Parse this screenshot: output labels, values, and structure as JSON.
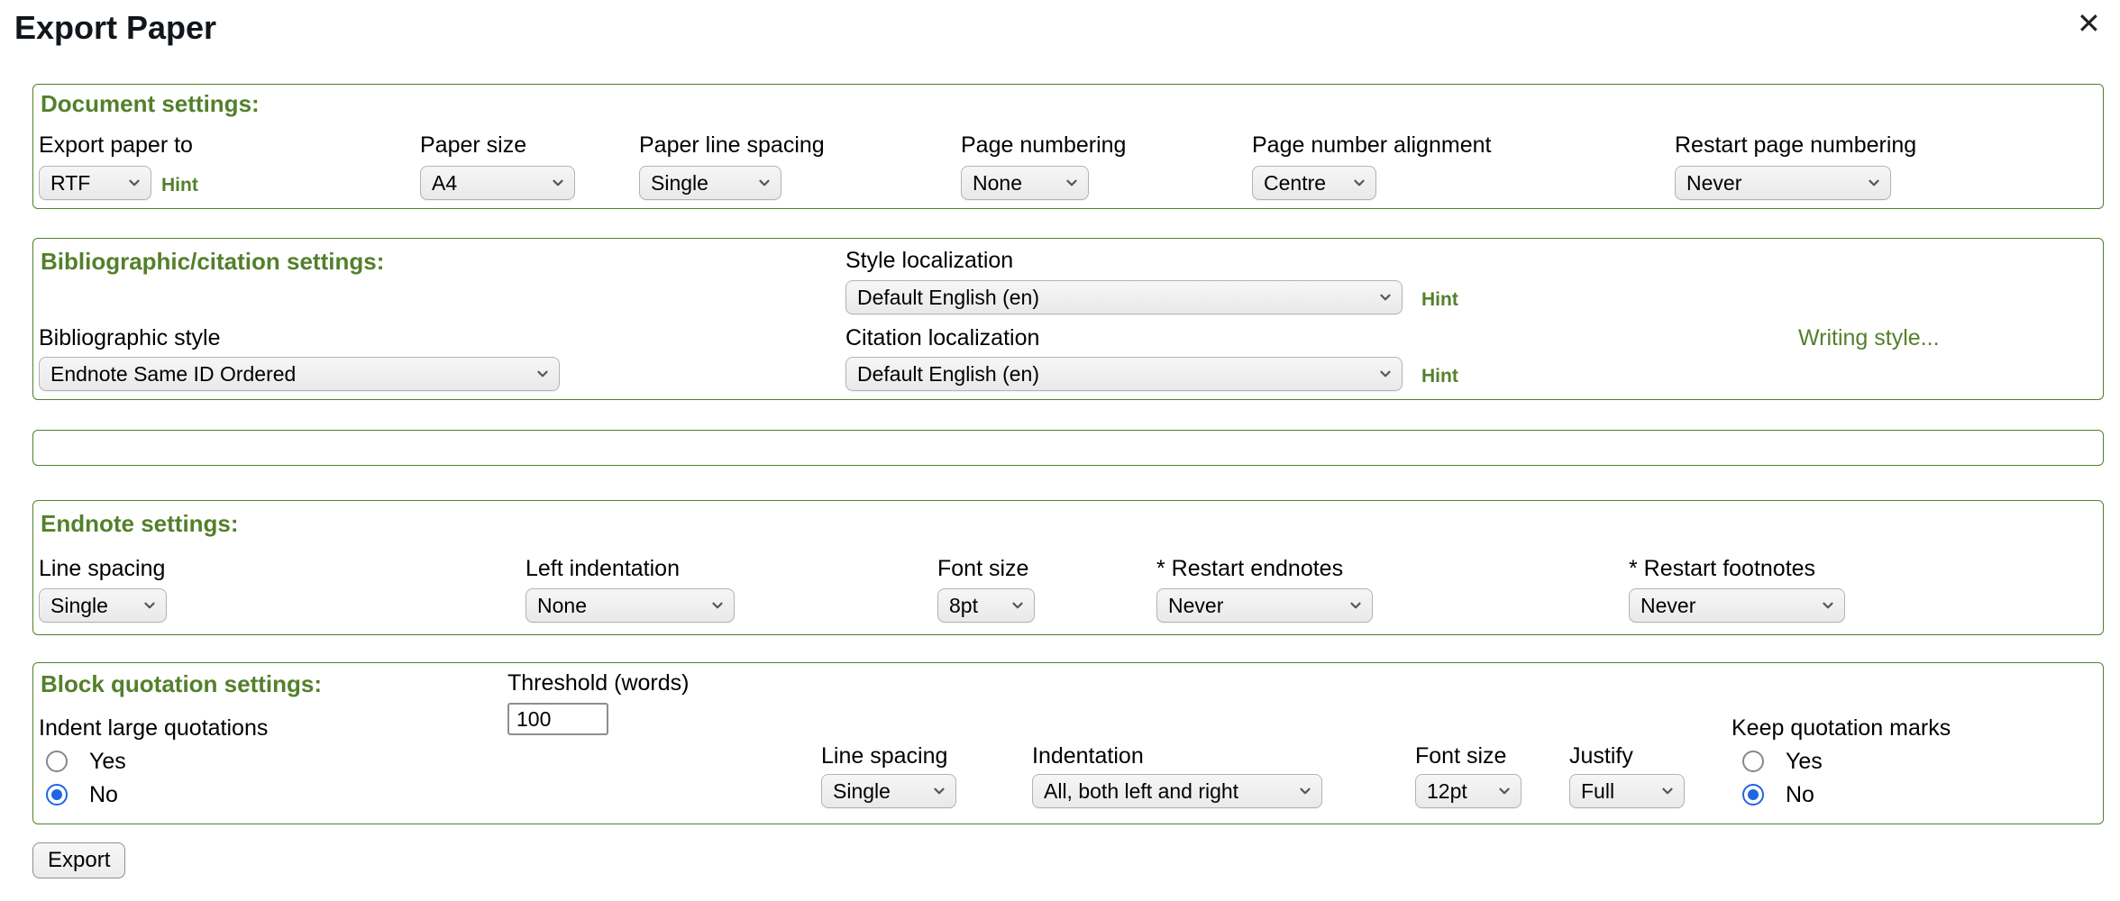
{
  "page": {
    "title": "Export Paper",
    "export_button": "Export"
  },
  "icons": {
    "close": "✕",
    "chevron": "chevron-down"
  },
  "colors": {
    "green": "#53802b",
    "radio_blue": "#1f66e0"
  },
  "document": {
    "heading": "Document settings:",
    "export_paper_to": {
      "label": "Export paper to",
      "value": "RTF",
      "hint": "Hint"
    },
    "paper_size": {
      "label": "Paper size",
      "value": "A4"
    },
    "paper_line_spacing": {
      "label": "Paper line spacing",
      "value": "Single"
    },
    "page_numbering": {
      "label": "Page numbering",
      "value": "None"
    },
    "page_number_alignment": {
      "label": "Page number alignment",
      "value": "Centre"
    },
    "restart_page_numbering": {
      "label": "Restart page numbering",
      "value": "Never"
    }
  },
  "bibliographic": {
    "heading": "Bibliographic/citation settings:",
    "style_localization": {
      "label": "Style localization",
      "value": "Default English (en)",
      "hint": "Hint"
    },
    "bibliographic_style": {
      "label": "Bibliographic style",
      "value": "Endnote Same ID Ordered"
    },
    "citation_localization": {
      "label": "Citation localization",
      "value": "Default English (en)",
      "hint": "Hint"
    },
    "writing_style_link": "Writing style..."
  },
  "endnote": {
    "heading": "Endnote settings:",
    "line_spacing": {
      "label": "Line spacing",
      "value": "Single"
    },
    "left_indentation": {
      "label": "Left indentation",
      "value": "None"
    },
    "font_size": {
      "label": "Font size",
      "value": "8pt"
    },
    "restart_endnotes": {
      "label": "* Restart endnotes",
      "value": "Never"
    },
    "restart_footnotes": {
      "label": "* Restart footnotes",
      "value": "Never"
    }
  },
  "block_quotation": {
    "heading": "Block quotation settings:",
    "threshold": {
      "label": "Threshold (words)",
      "value": "100"
    },
    "indent_large_quotations": {
      "label": "Indent large quotations",
      "yes": "Yes",
      "no": "No",
      "selected": "No"
    },
    "line_spacing": {
      "label": "Line spacing",
      "value": "Single"
    },
    "indentation": {
      "label": "Indentation",
      "value": "All, both left and right"
    },
    "font_size": {
      "label": "Font size",
      "value": "12pt"
    },
    "justify": {
      "label": "Justify",
      "value": "Full"
    },
    "keep_quotation_marks": {
      "label": "Keep quotation marks",
      "yes": "Yes",
      "no": "No",
      "selected": "No"
    }
  }
}
